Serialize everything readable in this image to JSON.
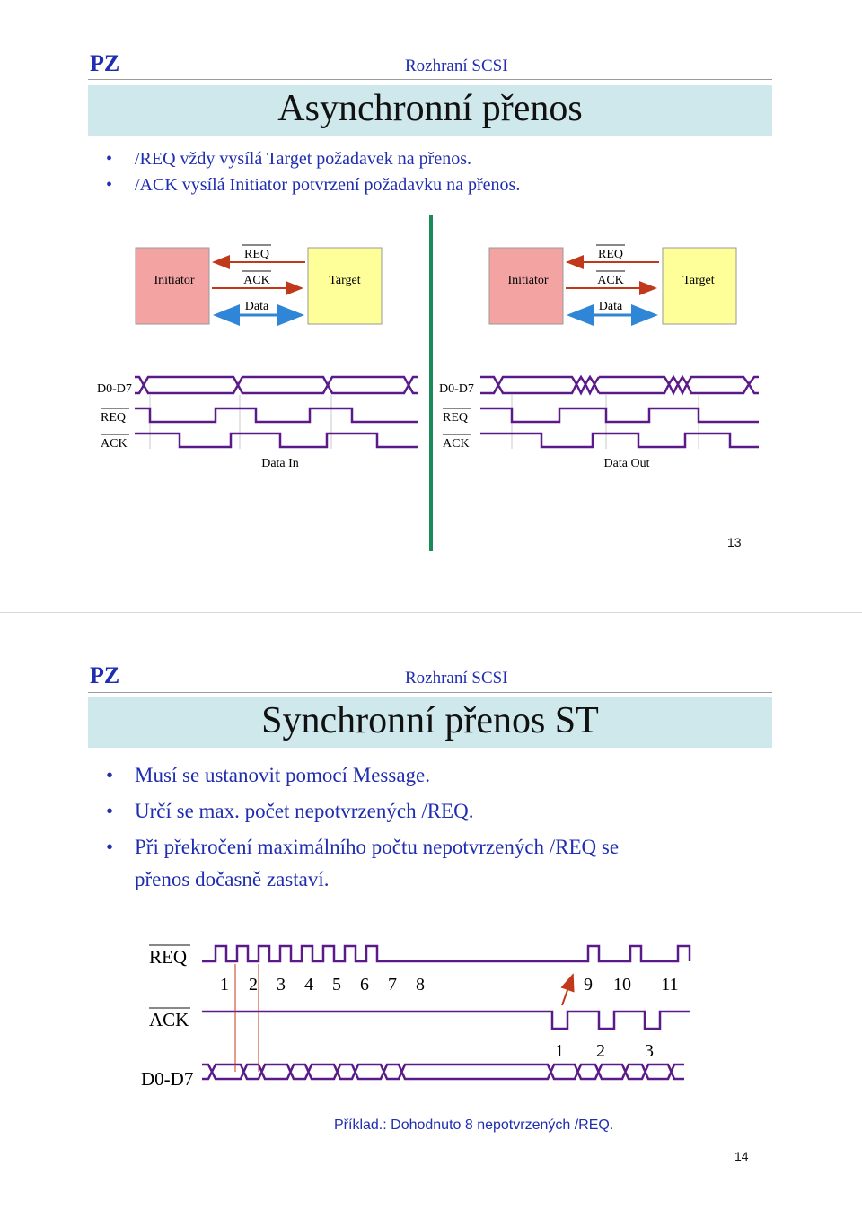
{
  "slide1": {
    "logo": "PZ",
    "course": "Rozhraní SCSI",
    "title": "Asynchronní přenos",
    "bullets": [
      "/REQ vždy vysílá Target požadavek na přenos.",
      "/ACK vysílá Initiator potvrzení požadavku na přenos."
    ],
    "left_block": {
      "initiator": "Initiator",
      "target": "Target",
      "req": "REQ",
      "ack": "ACK",
      "data": "Data"
    },
    "right_block": {
      "initiator": "Initiator",
      "target": "Target",
      "req": "REQ",
      "ack": "ACK",
      "data": "Data"
    },
    "left_timing": {
      "d07": "D0-D7",
      "req": "REQ",
      "ack": "ACK",
      "caption": "Data In"
    },
    "right_timing": {
      "d07": "D0-D7",
      "req": "REQ",
      "ack": "ACK",
      "caption": "Data Out"
    },
    "page_number": "13"
  },
  "slide2": {
    "logo": "PZ",
    "course": "Rozhraní SCSI",
    "title": "Synchronní přenos ST",
    "bullets": [
      "Musí se ustanovit pomocí Message.",
      "Určí se max. počet nepotvrzených /REQ.",
      "Při překročení maximálního počtu nepotvrzených /REQ se"
    ],
    "bullet3_cont": "přenos dočasně zastaví.",
    "timing": {
      "req": "REQ",
      "ack": "ACK",
      "d07": "D0-D7",
      "req_numbers": [
        "1",
        "2",
        "3",
        "4",
        "5",
        "6",
        "7",
        "8",
        "9",
        "10",
        "11"
      ],
      "ack_numbers": [
        "1",
        "2",
        "3"
      ]
    },
    "caption": "Příklad.: Dohodnuto 8 nepotvrzených /REQ.",
    "page_number": "14"
  },
  "colors": {
    "accent": "#1f2db0",
    "signal": "#5a1a8a",
    "title_bg": "#cfe8ec",
    "initiator": "#f4a3a3",
    "target": "#ffff99",
    "red_arrow": "#c0391b",
    "blue_arrow": "#2f86d6",
    "green_line": "#1a8a5a"
  }
}
